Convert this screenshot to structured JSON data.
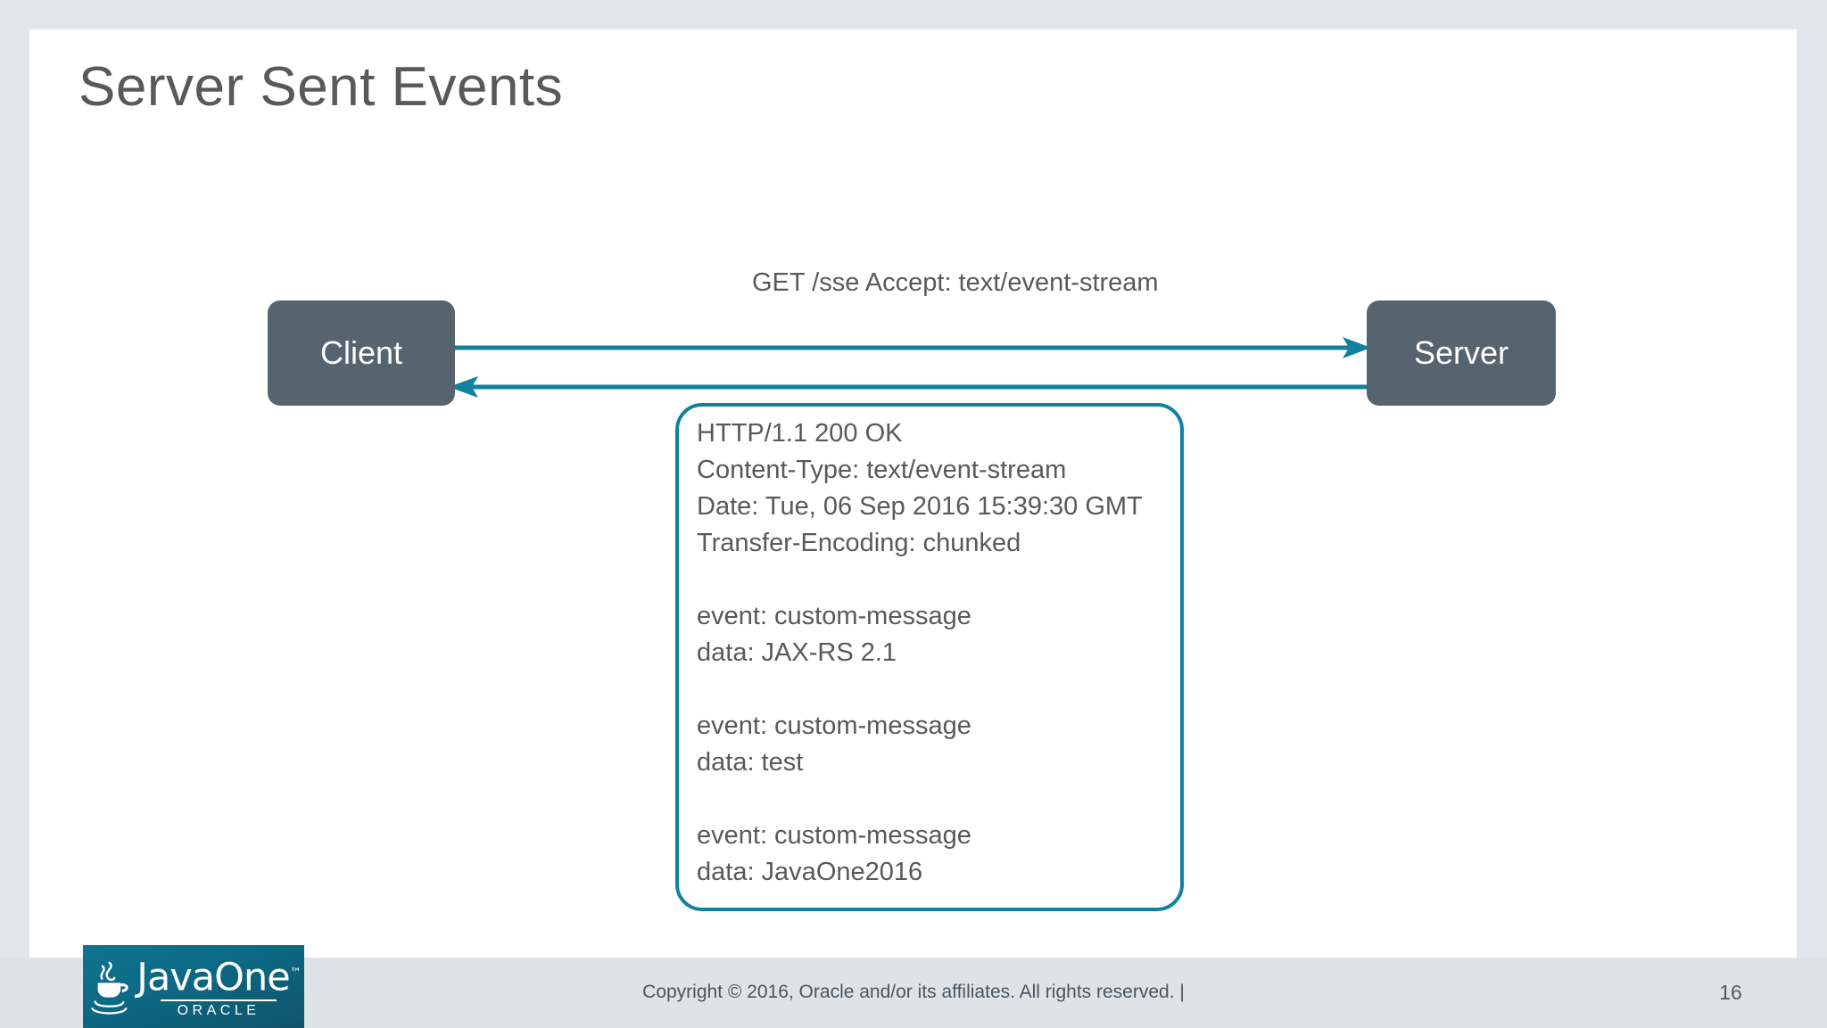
{
  "slide": {
    "title": "Server Sent Events",
    "page_number": "16"
  },
  "diagram": {
    "client_label": "Client",
    "server_label": "Server",
    "request_label": "GET /sse\nAccept: text/event-stream",
    "request_lines": [
      "GET /sse",
      "Accept: text/event-stream"
    ],
    "response_text": "HTTP/1.1 200 OK\nContent-Type: text/event-stream\nDate: Tue, 06 Sep 2016 15:39:30 GMT\nTransfer-Encoding: chunked\n\nevent: custom-message\ndata: JAX-RS 2.1\n\nevent: custom-message\ndata: test\n\nevent: custom-message\ndata: JavaOne2016",
    "response_lines": [
      "HTTP/1.1 200 OK",
      "Content-Type: text/event-stream",
      "Date: Tue, 06 Sep 2016 15:39:30 GMT",
      "Transfer-Encoding: chunked",
      "",
      "event: custom-message",
      "data: JAX-RS 2.1",
      "",
      "event: custom-message",
      "data: test",
      "",
      "event: custom-message",
      "data: JavaOne2016"
    ],
    "arrow_request_direction": "client-to-server",
    "arrow_response_direction": "server-to-client"
  },
  "footer": {
    "copyright": "Copyright © 2016, Oracle and/or its affiliates. All rights reserved.  |",
    "logo_title": "JavaOne",
    "logo_tm": "™",
    "logo_subtitle": "ORACLE"
  },
  "colors": {
    "node_fill": "#566470",
    "arrow_teal": "#1281a0",
    "box_border": "#1281a0",
    "title_gray": "#58595b",
    "frame_gray": "#e2e6ea",
    "footer_gray": "#dfe3e8",
    "logo_teal": "#0f7490"
  }
}
